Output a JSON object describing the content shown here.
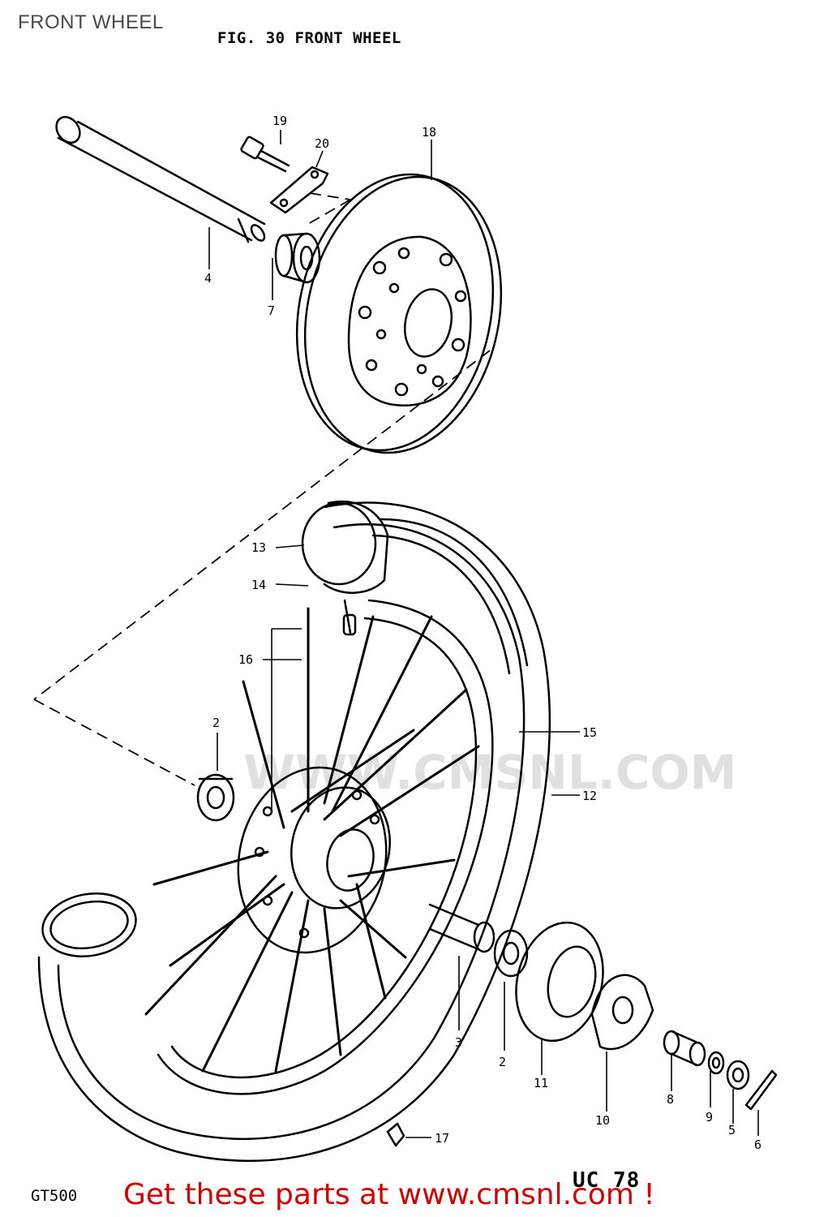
{
  "header": {
    "title": "FRONT WHEEL"
  },
  "figure": {
    "caption": "FIG. 30  FRONT WHEEL",
    "model_code": "GT500",
    "year_code": "UC 78",
    "watermark": "WWW.CMSNL.COM"
  },
  "callouts": {
    "c2a": "2",
    "c2b": "2",
    "c3": "3",
    "c4": "4",
    "c5": "5",
    "c6": "6",
    "c7": "7",
    "c8": "8",
    "c9": "9",
    "c10": "10",
    "c11": "11",
    "c12": "12",
    "c13": "13",
    "c14": "14",
    "c15": "15",
    "c16": "16",
    "c17": "17",
    "c18": "18",
    "c19": "19",
    "c20": "20"
  },
  "footer": {
    "text": "Get these parts at www.cmsnl.com !"
  }
}
